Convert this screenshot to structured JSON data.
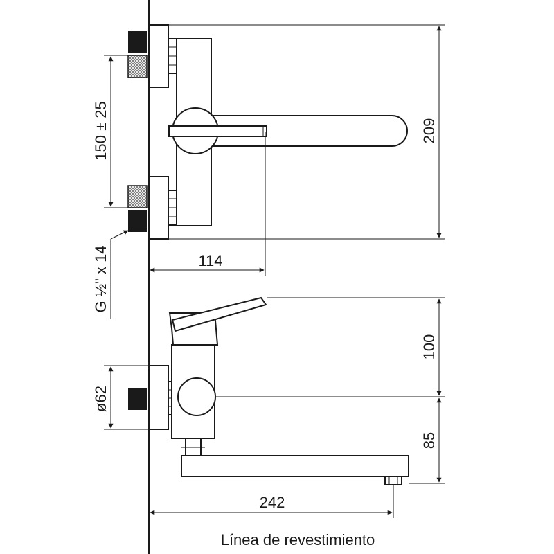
{
  "dimensions": {
    "inlet_spacing": "150 ± 25",
    "connection_thread": "G ½\" x 14",
    "spout_projection_top": "114",
    "height_top_view": "209",
    "lever_height": "100",
    "spout_height": "85",
    "flange_diameter": "ø62",
    "spout_reach": "242"
  },
  "caption": "Línea de revestimiento"
}
